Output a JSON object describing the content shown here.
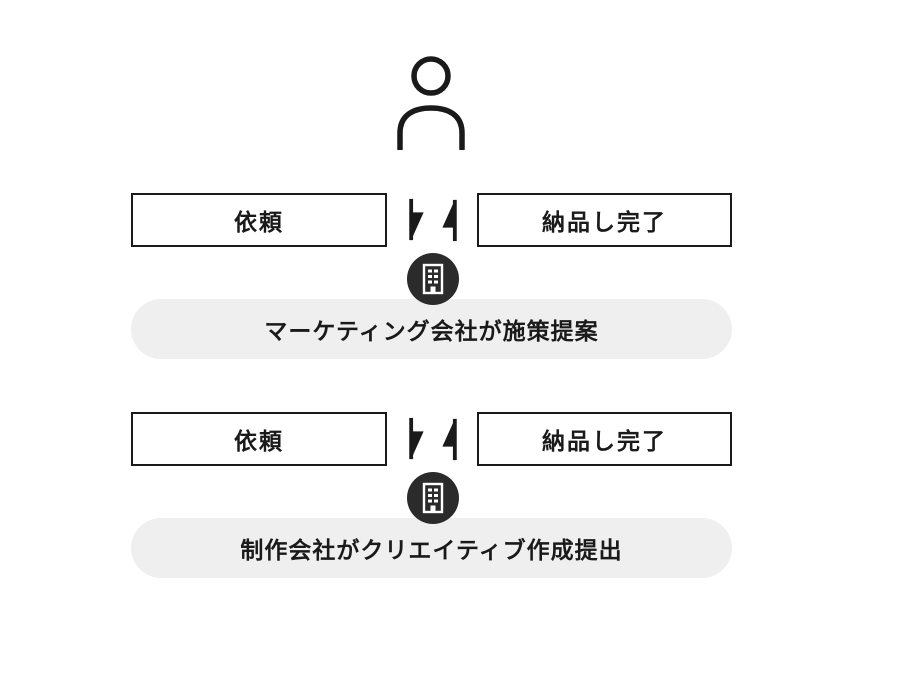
{
  "diagram": {
    "type": "workflow-exchange-diagram",
    "colors": {
      "ink": "#1a1a1a",
      "box_border": "#1a1a1a",
      "pill_background": "#efefef",
      "badge_background": "#2b2b2b",
      "page_background": "#ffffff"
    },
    "icons": {
      "top": "person-icon",
      "exchange_left": "down-arrow-icon",
      "exchange_right": "up-arrow-icon",
      "badge": "building-icon"
    },
    "sections": [
      {
        "request_label": "依頼",
        "delivery_label": "納品し完了",
        "description": "マーケティング会社が施策提案"
      },
      {
        "request_label": "依頼",
        "delivery_label": "納品し完了",
        "description": "制作会社がクリエイティブ作成提出"
      }
    ]
  }
}
